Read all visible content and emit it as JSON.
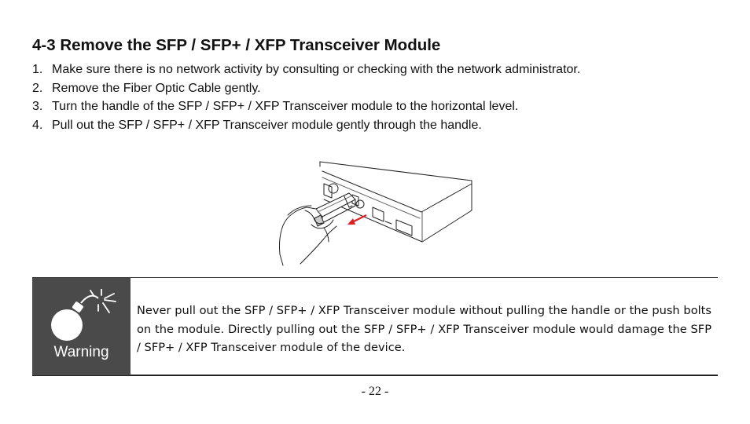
{
  "section": {
    "title": "4-3 Remove the SFP / SFP+ / XFP Transceiver Module",
    "steps": [
      {
        "num": "1.",
        "text": "Make sure there is no network activity by consulting or checking with the network administrator."
      },
      {
        "num": "2.",
        "text": "Remove the Fiber Optic Cable gently."
      },
      {
        "num": "3.",
        "text": "Turn the handle of the SFP / SFP+ / XFP Transceiver module to the horizontal level."
      },
      {
        "num": "4.",
        "text": "Pull out the SFP / SFP+ / XFP Transceiver module gently through the handle."
      }
    ]
  },
  "illustration": {
    "icon": "hand-removing-transceiver-illustration",
    "arrow_color": "#e02020"
  },
  "warning": {
    "label": "Warning",
    "icon": "bomb-icon",
    "text": "Never pull out the SFP / SFP+ / XFP Transceiver module without pulling the handle or the push bolts on the module. Directly pulling out the SFP / SFP+ / XFP Transceiver module would damage the SFP / SFP+ / XFP Transceiver module of the device.",
    "panel_color": "#4a4a4a"
  },
  "footer": {
    "page_number": "- 22 -"
  }
}
